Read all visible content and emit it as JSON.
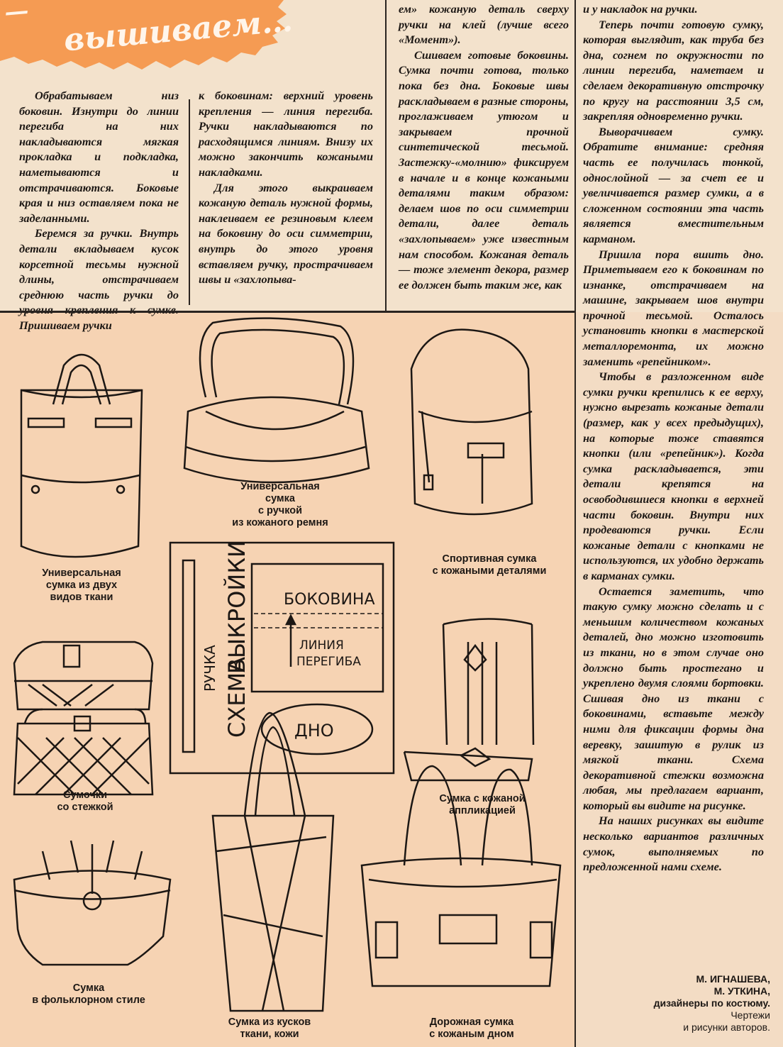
{
  "header": {
    "title_lettering": "…— вышиваем…",
    "banner_color": "#f59b53"
  },
  "columns": {
    "col1": [
      "Обрабатываем низ боковин. Изнутри до линии перегиба на них накладываются мягкая прокладка и подкладка, наметываются и отстрачиваются. Боковые края и низ оставляем пока не заделанными.",
      "Беремся за ручки. Внутрь детали вкладываем кусок корсетной тесьмы нужной длины, отстрачиваем среднюю часть ручки до уровня крепления к сумке. Пришиваем ручки"
    ],
    "col2": [
      "к боковинам: верхний уровень крепления — линия перегиба. Ручки накладываются по расходящимся линиям. Внизу их можно закончить кожаными накладками.",
      "Для этого выкраиваем кожаную деталь нужной формы, наклеиваем ее резиновым клеем на боковину до оси симметрии, внутрь до этого уровня вставляем ручку, прострачиваем швы и «захлопыва-"
    ],
    "col3": [
      "ем» кожаную деталь сверху ручки на клей (лучше всего «Момент»).",
      "Сшиваем готовые боковины. Сумка почти готова, только пока без дна. Боковые швы раскладываем в разные стороны, проглаживаем утюгом и закрываем прочной синтетической тесьмой. Застежку-«молнию» фиксируем в начале и в конце кожаными деталями таким образом: делаем шов по оси симметрии детали, далее деталь «захлопываем» уже известным нам способом. Кожаная деталь — тоже элемент декора, размер ее должен быть таким же, как"
    ],
    "col4": [
      "и у накладок на ручки.",
      "Теперь почти готовую сумку, которая выглядит, как труба без дна, согнем по окружности по линии перегиба, наметаем и сделаем декоративную отстрочку по кругу на расстоянии 3,5 см, закрепляя одновременно ручки.",
      "Выворачиваем сумку. Обратите внимание: средняя часть ее получилась тонкой, однослойной — за счет ее и увеличивается размер сумки, а в сложенном состоянии эта часть является вместительным карманом.",
      "Пришла пора вшить дно. Приметываем его к боковинам по изнанке, отстрачиваем на машине, закрываем шов внутри прочной тесьмой. Осталось установить кнопки в мастерской металлоремонта, их можно заменить «репейником».",
      "Чтобы в разложенном виде сумки ручки крепились к ее верху, нужно вырезать кожаные детали (размер, как у всех предыдущих), на которые тоже ставятся кнопки (или «репейник»). Когда сумка раскладывается, эти детали крепятся на освободившиеся кнопки в верхней части боковин. Внутри них продеваются ручки. Если кожаные детали с кнопками не используются, их удобно держать в карманах сумки.",
      "Остается заметить, что такую сумку можно сделать и с меньшим количеством кожаных деталей, дно можно изготовить из ткани, но в этом случае оно должно быть простегано и укреплено двумя слоями бортовки. Сшивая дно из ткани с боковинами, вставьте между ними для фиксации формы дна веревку, зашитую в рулик из мягкой ткани. Схема декоративной стежки возможна любая, мы предлагаем вариант, который вы видите на рисунке.",
      "На наших рисунках вы видите несколько вариантов различных сумок, выполняемых по предложенной нами схеме."
    ]
  },
  "captions": {
    "universal_strap": [
      "Универсальная",
      "сумка",
      "с ручкой",
      "из кожаного ремня"
    ],
    "universal_two": [
      "Универсальная",
      "сумка из двух",
      "видов ткани"
    ],
    "sport": [
      "Спортивная сумка",
      "с кожаными деталями"
    ],
    "quilted": [
      "Сумочки",
      "со стежкой"
    ],
    "applique": [
      "Сумка с кожаной",
      "аппликацией"
    ],
    "folk": [
      "Сумка",
      "в фольклорном стиле"
    ],
    "patchwork": [
      "Сумка из кусков",
      "ткани, кожи"
    ],
    "travel": [
      "Дорожная сумка",
      "с кожаным дном"
    ]
  },
  "schema": {
    "title1": "СХЕМА",
    "title2": "ВЫКРОЙКИ",
    "handle": "РУЧКА",
    "side": "БОКОВИНА",
    "fold1": "ЛИНИЯ",
    "fold2": "ПЕРЕГИБА",
    "bottom": "ДНО"
  },
  "signature": {
    "authors1": "М. ИГНАШЕВА,",
    "authors2": "М. УТКИНА,",
    "role": "дизайнеры по костюму.",
    "credit1": "Чертежи",
    "credit2": "и рисунки авторов."
  }
}
